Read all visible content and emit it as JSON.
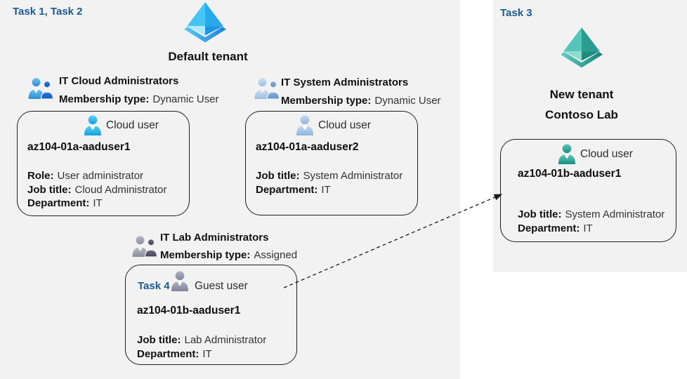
{
  "colors": {
    "accent_blue": "#1a5a96",
    "panel_bg": "#f2f2f2",
    "card_border": "#1f1f1f",
    "cyan_user": "#29b6ea",
    "pale_blue_user": "#a6c6e7",
    "teal_user": "#2fa89c",
    "gray_user": "#9a9aac"
  },
  "icons": {
    "left_tenant": "entra-tenant-pyramid-blue",
    "right_tenant": "entra-tenant-pyramid-teal",
    "groups": "two-person-group-icon",
    "users": "single-person-icon",
    "arrow": "dashed-arrow"
  },
  "left": {
    "task_label": "Task 1, Task 2",
    "tenant_name": "Default tenant",
    "groups": [
      {
        "name": "IT Cloud Administrators",
        "membership_label": "Membership type:",
        "membership_value": "Dynamic User"
      },
      {
        "name": "IT System Administrators",
        "membership_label": "Membership type:",
        "membership_value": "Dynamic User"
      },
      {
        "name": "IT Lab Administrators",
        "membership_label": "Membership type:",
        "membership_value": "Assigned"
      }
    ],
    "cards": [
      {
        "user_type": "Cloud user",
        "name": "az104-01a-aaduser1",
        "fields": [
          {
            "label": "Role:",
            "value": "User administrator"
          },
          {
            "label": "Job title:",
            "value": "Cloud Administrator"
          },
          {
            "label": "Department:",
            "value": "IT"
          }
        ]
      },
      {
        "user_type": "Cloud user",
        "name": "az104-01a-aaduser2",
        "fields": [
          {
            "label": "Job title:",
            "value": "System Administrator"
          },
          {
            "label": "Department:",
            "value": "IT"
          }
        ]
      },
      {
        "task_label": "Task 4",
        "user_type": "Guest user",
        "name": "az104-01b-aaduser1",
        "fields": [
          {
            "label": "Job title:",
            "value": "Lab Administrator"
          },
          {
            "label": "Department:",
            "value": "IT"
          }
        ]
      }
    ]
  },
  "right": {
    "task_label": "Task 3",
    "tenant_name_line1": "New tenant",
    "tenant_name_line2": "Contoso Lab",
    "card": {
      "user_type": "Cloud user",
      "name": "az104-01b-aaduser1",
      "fields": [
        {
          "label": "Job title:",
          "value": "System Administrator"
        },
        {
          "label": "Department:",
          "value": "IT"
        }
      ]
    }
  }
}
